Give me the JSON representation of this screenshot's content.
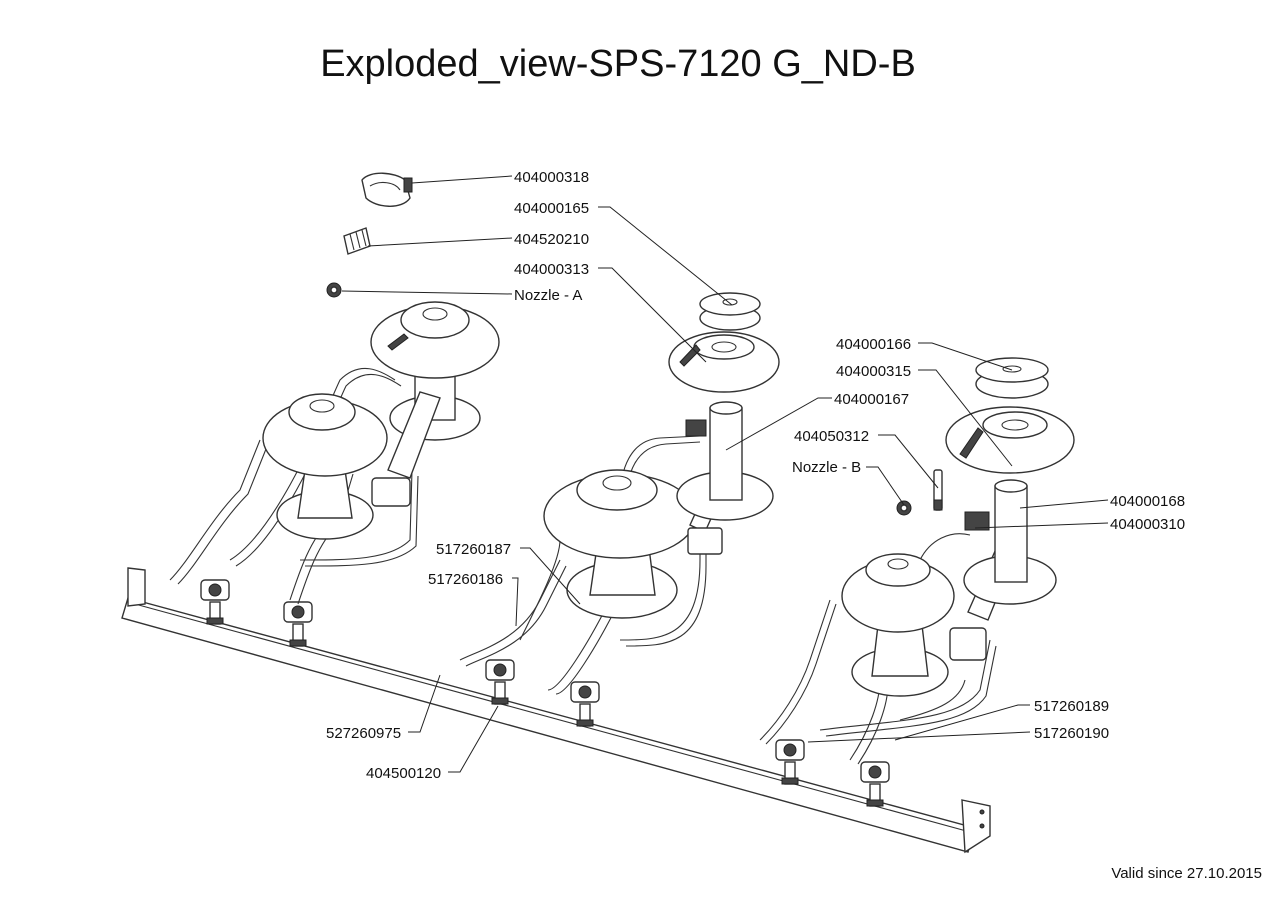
{
  "title": "Exploded_view-SPS-7120 G_ND-B",
  "footer": "Valid since 27.10.2015",
  "callouts": {
    "p404000318": "404000318",
    "p404000165": "404000165",
    "p404520210": "404520210",
    "p404000313": "404000313",
    "nozzle_a": "Nozzle - A",
    "p404000166": "404000166",
    "p404000315": "404000315",
    "p404000167": "404000167",
    "p404050312": "404050312",
    "nozzle_b": "Nozzle - B",
    "p404000168": "404000168",
    "p404000310": "404000310",
    "p517260187": "517260187",
    "p517260186": "517260186",
    "p517260189": "517260189",
    "p517260190": "517260190",
    "p527260975": "527260975",
    "p404500120": "404500120"
  }
}
